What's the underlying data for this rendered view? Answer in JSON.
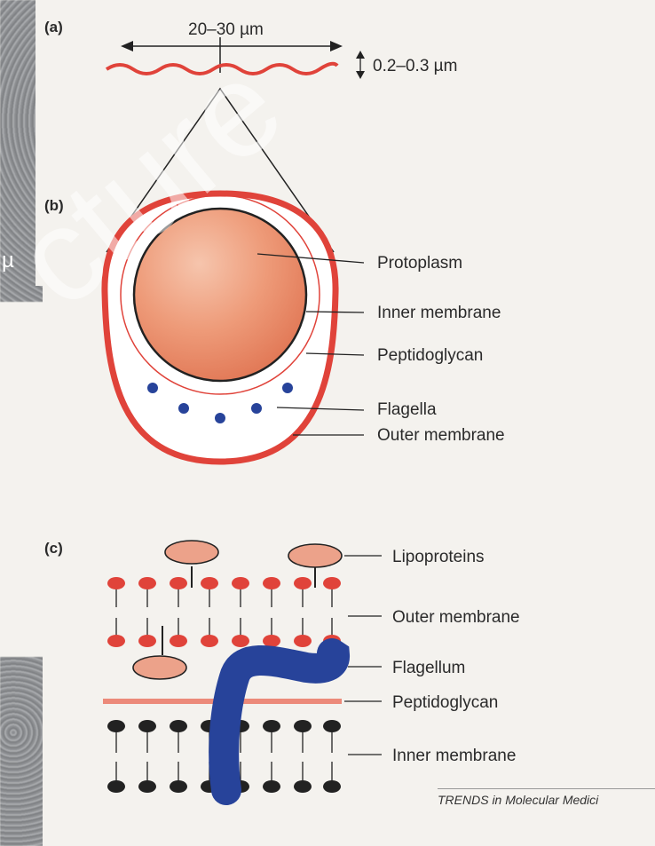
{
  "panels": {
    "a": "(a)",
    "b": "(b)",
    "c": "(c)"
  },
  "panel_a": {
    "length": "20–30 µm",
    "width": "0.2–0.3 µm"
  },
  "panel_b": {
    "labels": [
      "Protoplasm",
      "Inner membrane",
      "Peptidoglycan",
      "Flagella",
      "Outer membrane"
    ]
  },
  "panel_c": {
    "labels": [
      "Lipoproteins",
      "Outer membrane",
      "Flagellum",
      "Peptidoglycan",
      "Inner membrane"
    ]
  },
  "credit": "TRENDS in Molecular Medici",
  "watermark": "cture",
  "left_edge_fragment": "µ",
  "colors": {
    "red": "#e0433a",
    "salmon": "#eca28a",
    "blue": "#27439a",
    "dark": "#222222"
  }
}
